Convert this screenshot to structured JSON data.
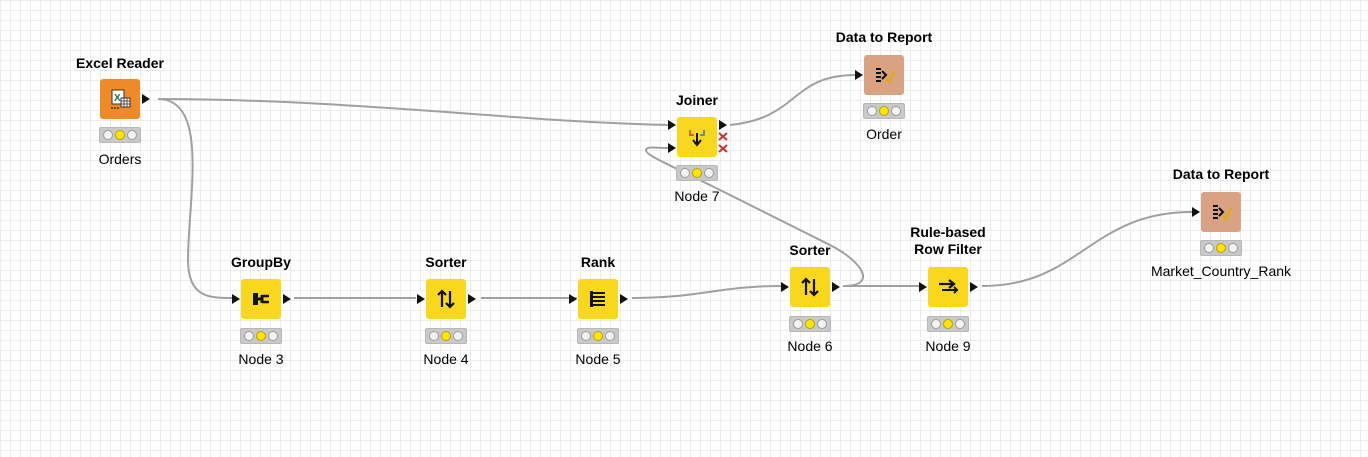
{
  "workflow": {
    "nodes": [
      {
        "id": "excel-reader",
        "title": "Excel Reader",
        "label": "Orders",
        "type": "source",
        "icon": "excel-file-icon"
      },
      {
        "id": "joiner",
        "title": "Joiner",
        "label": "Node 7",
        "type": "manipulator",
        "icon": "joiner-icon"
      },
      {
        "id": "data-to-report-1",
        "title": "Data to Report",
        "label": "Order",
        "type": "sink",
        "icon": "report-icon"
      },
      {
        "id": "data-to-report-2",
        "title": "Data to Report",
        "label": "Market_Country_Rank",
        "type": "sink",
        "icon": "report-icon"
      },
      {
        "id": "groupby",
        "title": "GroupBy",
        "label": "Node 3",
        "type": "manipulator",
        "icon": "groupby-icon"
      },
      {
        "id": "sorter-1",
        "title": "Sorter",
        "label": "Node 4",
        "type": "manipulator",
        "icon": "sorter-icon"
      },
      {
        "id": "rank",
        "title": "Rank",
        "label": "Node 5",
        "type": "manipulator",
        "icon": "rank-icon"
      },
      {
        "id": "sorter-2",
        "title": "Sorter",
        "label": "Node 6",
        "type": "manipulator",
        "icon": "sorter-icon"
      },
      {
        "id": "rule-filter",
        "title": "Rule-based\nRow Filter",
        "label": "Node 9",
        "type": "manipulator",
        "icon": "row-filter-icon"
      }
    ],
    "status_lights": [
      "off",
      "on",
      "off"
    ],
    "colors": {
      "source": "#f08a26",
      "manipulator": "#f9d71c",
      "sink": "#d9a383",
      "connection": "#a0a0a0",
      "status_light_on": "#ffe600"
    }
  }
}
